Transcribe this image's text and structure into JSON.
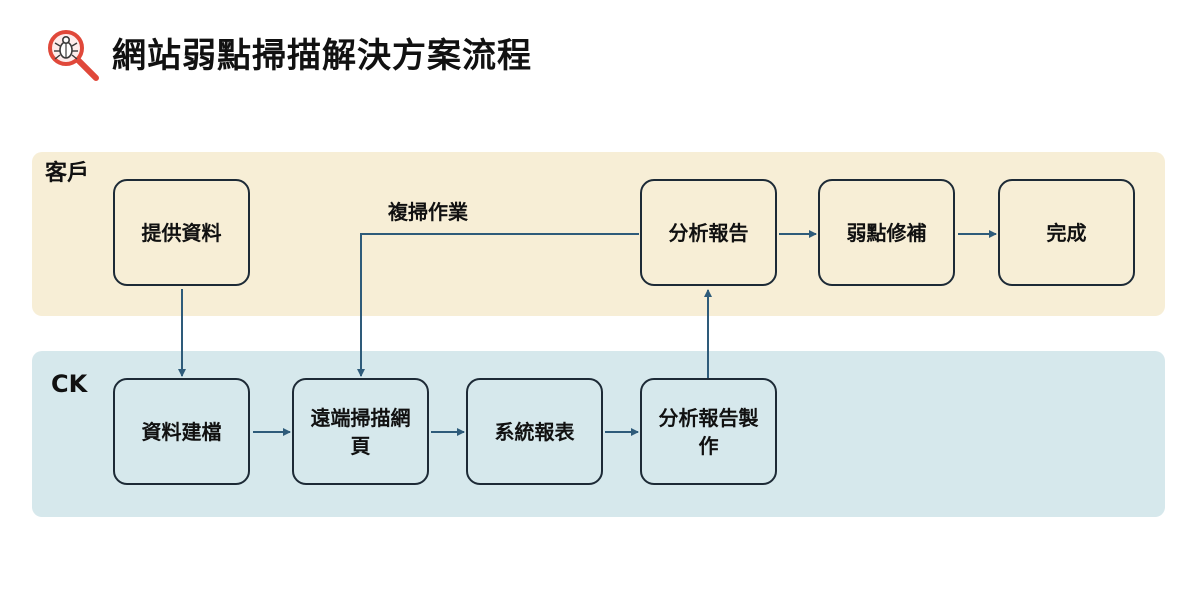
{
  "title": "網站弱點掃描解決方案流程",
  "title_icon": "bug-magnifier-icon",
  "colors": {
    "customer_lane": "#f7eed6",
    "ck_lane": "#d6e8ec",
    "node_border": "#1d2a36",
    "arrow": "#2e5b7a",
    "icon_red": "#e0483a"
  },
  "lanes": {
    "customer": {
      "label": "客戶"
    },
    "ck": {
      "label": "CK"
    }
  },
  "nodes": {
    "provide_data": "提供資料",
    "build_file": "資料建檔",
    "remote_scan": "遠端掃描網頁",
    "system_report": "系統報表",
    "report_production": "分析報告製作",
    "analysis_report": "分析報告",
    "fix_vulnerabilities": "弱點修補",
    "complete": "完成"
  },
  "edge_labels": {
    "rescan": "複掃作業"
  }
}
